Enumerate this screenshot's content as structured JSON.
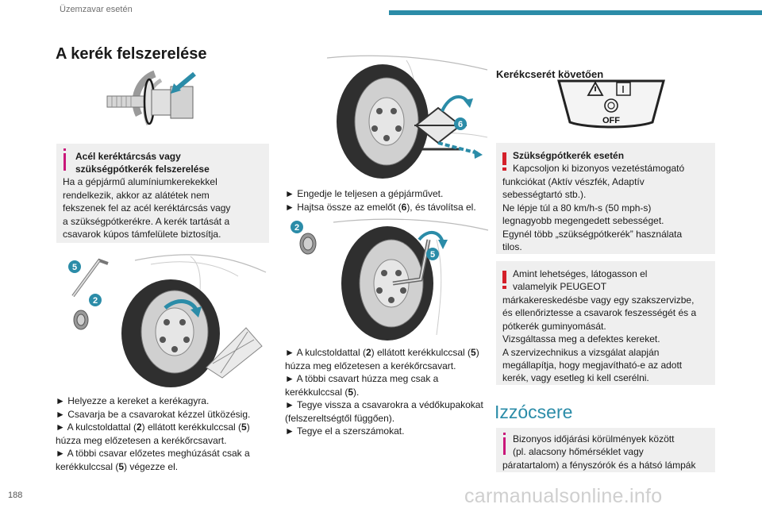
{
  "header": {
    "section": "Üzemzavar esetén"
  },
  "page_number": "188",
  "watermark": "carmanualsonline.info",
  "col1": {
    "title": "A kerék felszerelése",
    "infobox": {
      "heading_line1": "Acél keréktárcsás vagy",
      "heading_line2": "szükségpótkerék felszerelése",
      "lines": [
        "Ha a gépjármű alumíniumkerekekkel",
        "rendelkezik, akkor az alátétek nem",
        "fekszenek fel az acél keréktárcsás vagy",
        "a szükségpótkerékre. A kerék tartását a",
        "csavarok kúpos támfelülete biztosítja."
      ]
    },
    "illus": {
      "label_top": "5",
      "label_bottom": "2"
    },
    "steps": [
      {
        "arrow": "►",
        "text": "Helyezze a kereket a kerékagyra."
      },
      {
        "arrow": "►",
        "text": "Csavarja be a csavarokat kézzel ütközésig."
      },
      {
        "arrow": "►",
        "pre": "A kulcstoldattal (",
        "b1": "2",
        "mid": ") ellátott kerékkulccsal (",
        "b2": "5",
        "post": ")"
      },
      {
        "cont": "húzza meg előzetesen a kerékőrcsavart."
      },
      {
        "arrow": "►",
        "text": "A többi csavar előzetes meghúzását csak a"
      },
      {
        "pre": "kerékkulccsal (",
        "b1": "5",
        "post": ") végezze el."
      }
    ]
  },
  "col2": {
    "illus1": {
      "label": "6"
    },
    "steps1": [
      {
        "arrow": "►",
        "text": "Engedje le teljesen a gépjárművet."
      },
      {
        "arrow": "►",
        "pre": "Hajtsa össze az emelőt (",
        "b1": "6",
        "post": "), és távolítsa el."
      }
    ],
    "illus2": {
      "label_left": "2",
      "label_right": "5"
    },
    "steps2": [
      {
        "arrow": "►",
        "pre": "A kulcstoldattal (",
        "b1": "2",
        "mid": ") ellátott kerékkulccsal (",
        "b2": "5",
        "post": ")"
      },
      {
        "cont": "húzza meg előzetesen a kerékőrcsavart."
      },
      {
        "arrow": "►",
        "text": "A többi csavart húzza meg csak a"
      },
      {
        "pre": "kerékkulccsal (",
        "b1": "5",
        "post": ")."
      },
      {
        "arrow": "►",
        "text": "Tegye vissza a csavarokra a védőkupakokat"
      },
      {
        "cont": "(felszereltségtől függően)."
      },
      {
        "arrow": "►",
        "text": "Tegye el a szerszámokat."
      }
    ]
  },
  "col3": {
    "title": "Kerékcserét követően",
    "panel": {
      "off_label": "OFF"
    },
    "warn1": {
      "heading": "Szükségpótkerék esetén",
      "lines": [
        "Kapcsoljon ki bizonyos vezetéstámogató",
        "funkciókat (Aktív vészfék, Adaptív",
        "sebességtartó stb.).",
        "Ne lépje túl a 80 km/h-s (50 mph-s)",
        "legnagyobb megengedett sebességet.",
        "Egynél több „szükségpótkerék” használata",
        "tilos."
      ]
    },
    "warn2": {
      "lines": [
        "Amint lehetséges, látogasson el",
        "valamelyik PEUGEOT",
        "márkakereskedésbe vagy egy szakszervizbe,",
        "és ellenőriztesse a csavarok feszességét és a",
        "pótkerék guminyomását.",
        "Vizsgáltassa meg a defektes kereket.",
        "A szervizechnikus a vizsgálat alapján",
        "megállapítja, hogy megjavítható-e az adott",
        "kerék, vagy esetleg ki kell cserélni."
      ]
    },
    "title2": "Izzócsere",
    "info2": {
      "lines": [
        "Bizonyos időjárási körülmények között",
        "(pl. alacsony hőmérséklet vagy",
        "páratartalom) a fényszórók és a hátsó lámpák"
      ]
    }
  },
  "colors": {
    "teal": "#2b8ca8",
    "pink": "#c9177a",
    "red": "#d4202a",
    "box": "#efefef"
  }
}
